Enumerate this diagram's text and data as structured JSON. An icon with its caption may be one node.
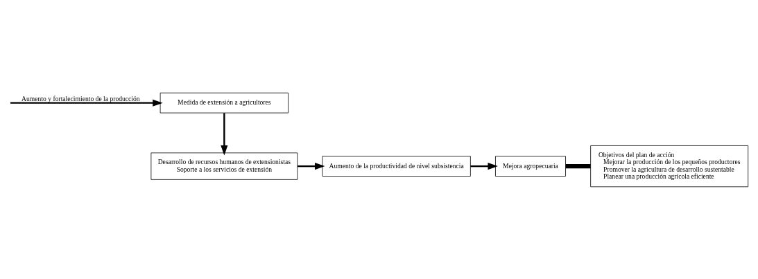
{
  "diagram": {
    "nodes": [
      {
        "text": [
          "Desarrollo de recursos humanos de extensionistas",
          "Soporte a los servicios de extensión"
        ]
      },
      {
        "text": [
          "Medida de extensión a agricultores"
        ]
      },
      {
        "text": [
          "Aumento de la productividad de nivel subsistencia"
        ]
      },
      {
        "text": [
          "Mejora agropecuaria"
        ]
      },
      {
        "text": [
          "Objetivos del plan de acción",
          "Mejorar la producción de los pequeños productores",
          "Promover la agricultura de desarrollo sustentable",
          "Planear una producción agrícola eficiente"
        ]
      }
    ],
    "edges": [
      {
        "from": 1,
        "to": 0,
        "arrow": "to"
      },
      {
        "from": 0,
        "to": 2,
        "arrow": "to"
      },
      {
        "from": 2,
        "to": 3,
        "arrow": "to"
      },
      {
        "from": 3,
        "to": 4,
        "arrow": "none",
        "style": "thick"
      },
      {
        "from": null,
        "to": 1,
        "arrow": "to",
        "label": "Aumento y fortalecimiento de la producción"
      }
    ]
  }
}
